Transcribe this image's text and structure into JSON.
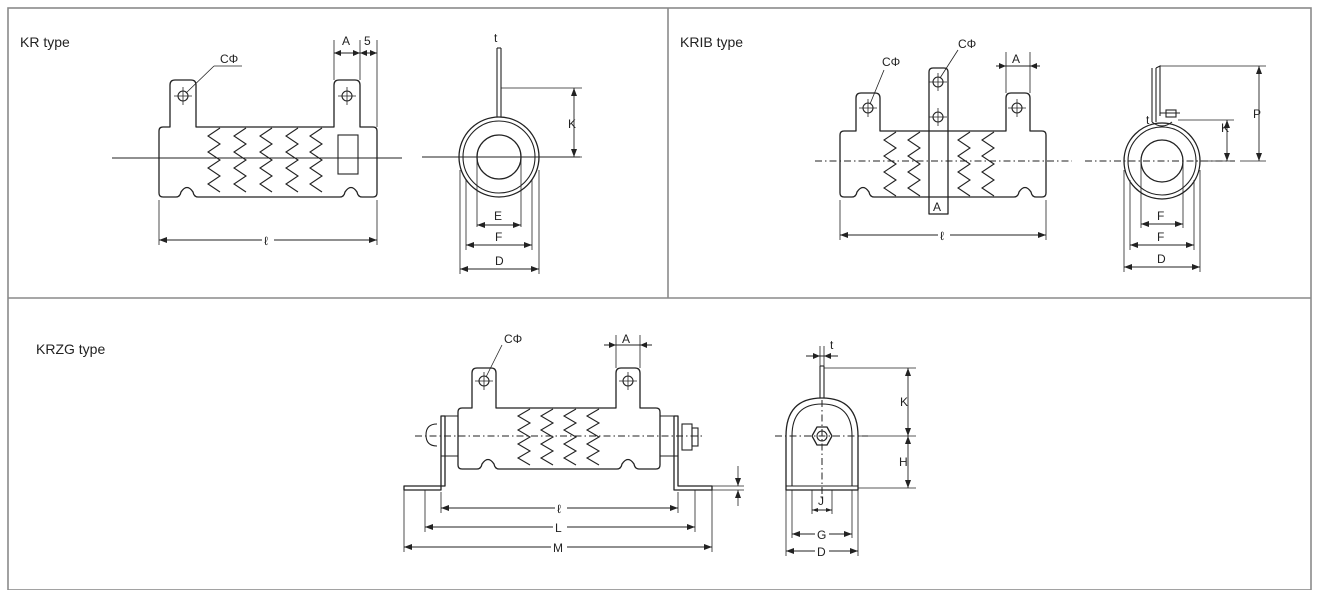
{
  "panels": {
    "kr": {
      "title": "KR type",
      "labels": {
        "c_phi": "CΦ",
        "a": "A",
        "five": "5",
        "t": "t",
        "k": "K",
        "e": "E",
        "f": "F",
        "d": "D",
        "l": "ℓ"
      }
    },
    "krib": {
      "title": "KRIB type",
      "labels": {
        "c_phi_left": "CΦ",
        "c_phi_center": "CΦ",
        "a_top": "A",
        "a_band": "A",
        "t": "t",
        "k": "K",
        "p": "P",
        "e": "F",
        "f": "F",
        "d": "D",
        "l": "ℓ"
      }
    },
    "krzg": {
      "title": "KRZG type",
      "labels": {
        "c_phi": "CΦ",
        "a": "A",
        "t": "t",
        "k": "K",
        "h": "H",
        "j": "J",
        "g": "G",
        "d": "D",
        "l": "ℓ",
        "big_l": "L",
        "m": "M"
      }
    }
  }
}
